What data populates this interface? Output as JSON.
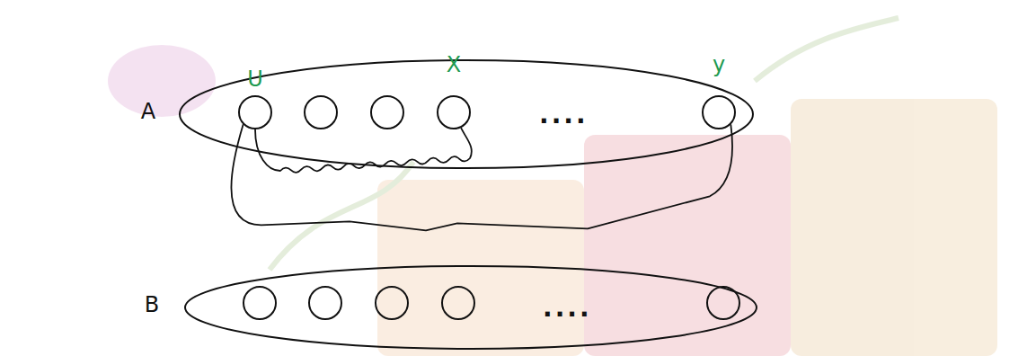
{
  "diagram": {
    "nodes": [
      {
        "text": [
          "A"
        ]
      },
      {
        "text": [
          "U"
        ],
        "in": 0
      },
      {
        "text": [
          "X"
        ],
        "in": 0
      },
      {
        "text": [
          "y"
        ],
        "in": 0
      },
      {
        "text": [
          "B"
        ]
      }
    ],
    "edges": [
      {
        "from": 1,
        "to": 2,
        "arrow": "none"
      },
      {
        "from": 1,
        "to": 3,
        "arrow": "none"
      }
    ],
    "labels": [
      "....",
      "...."
    ]
  }
}
